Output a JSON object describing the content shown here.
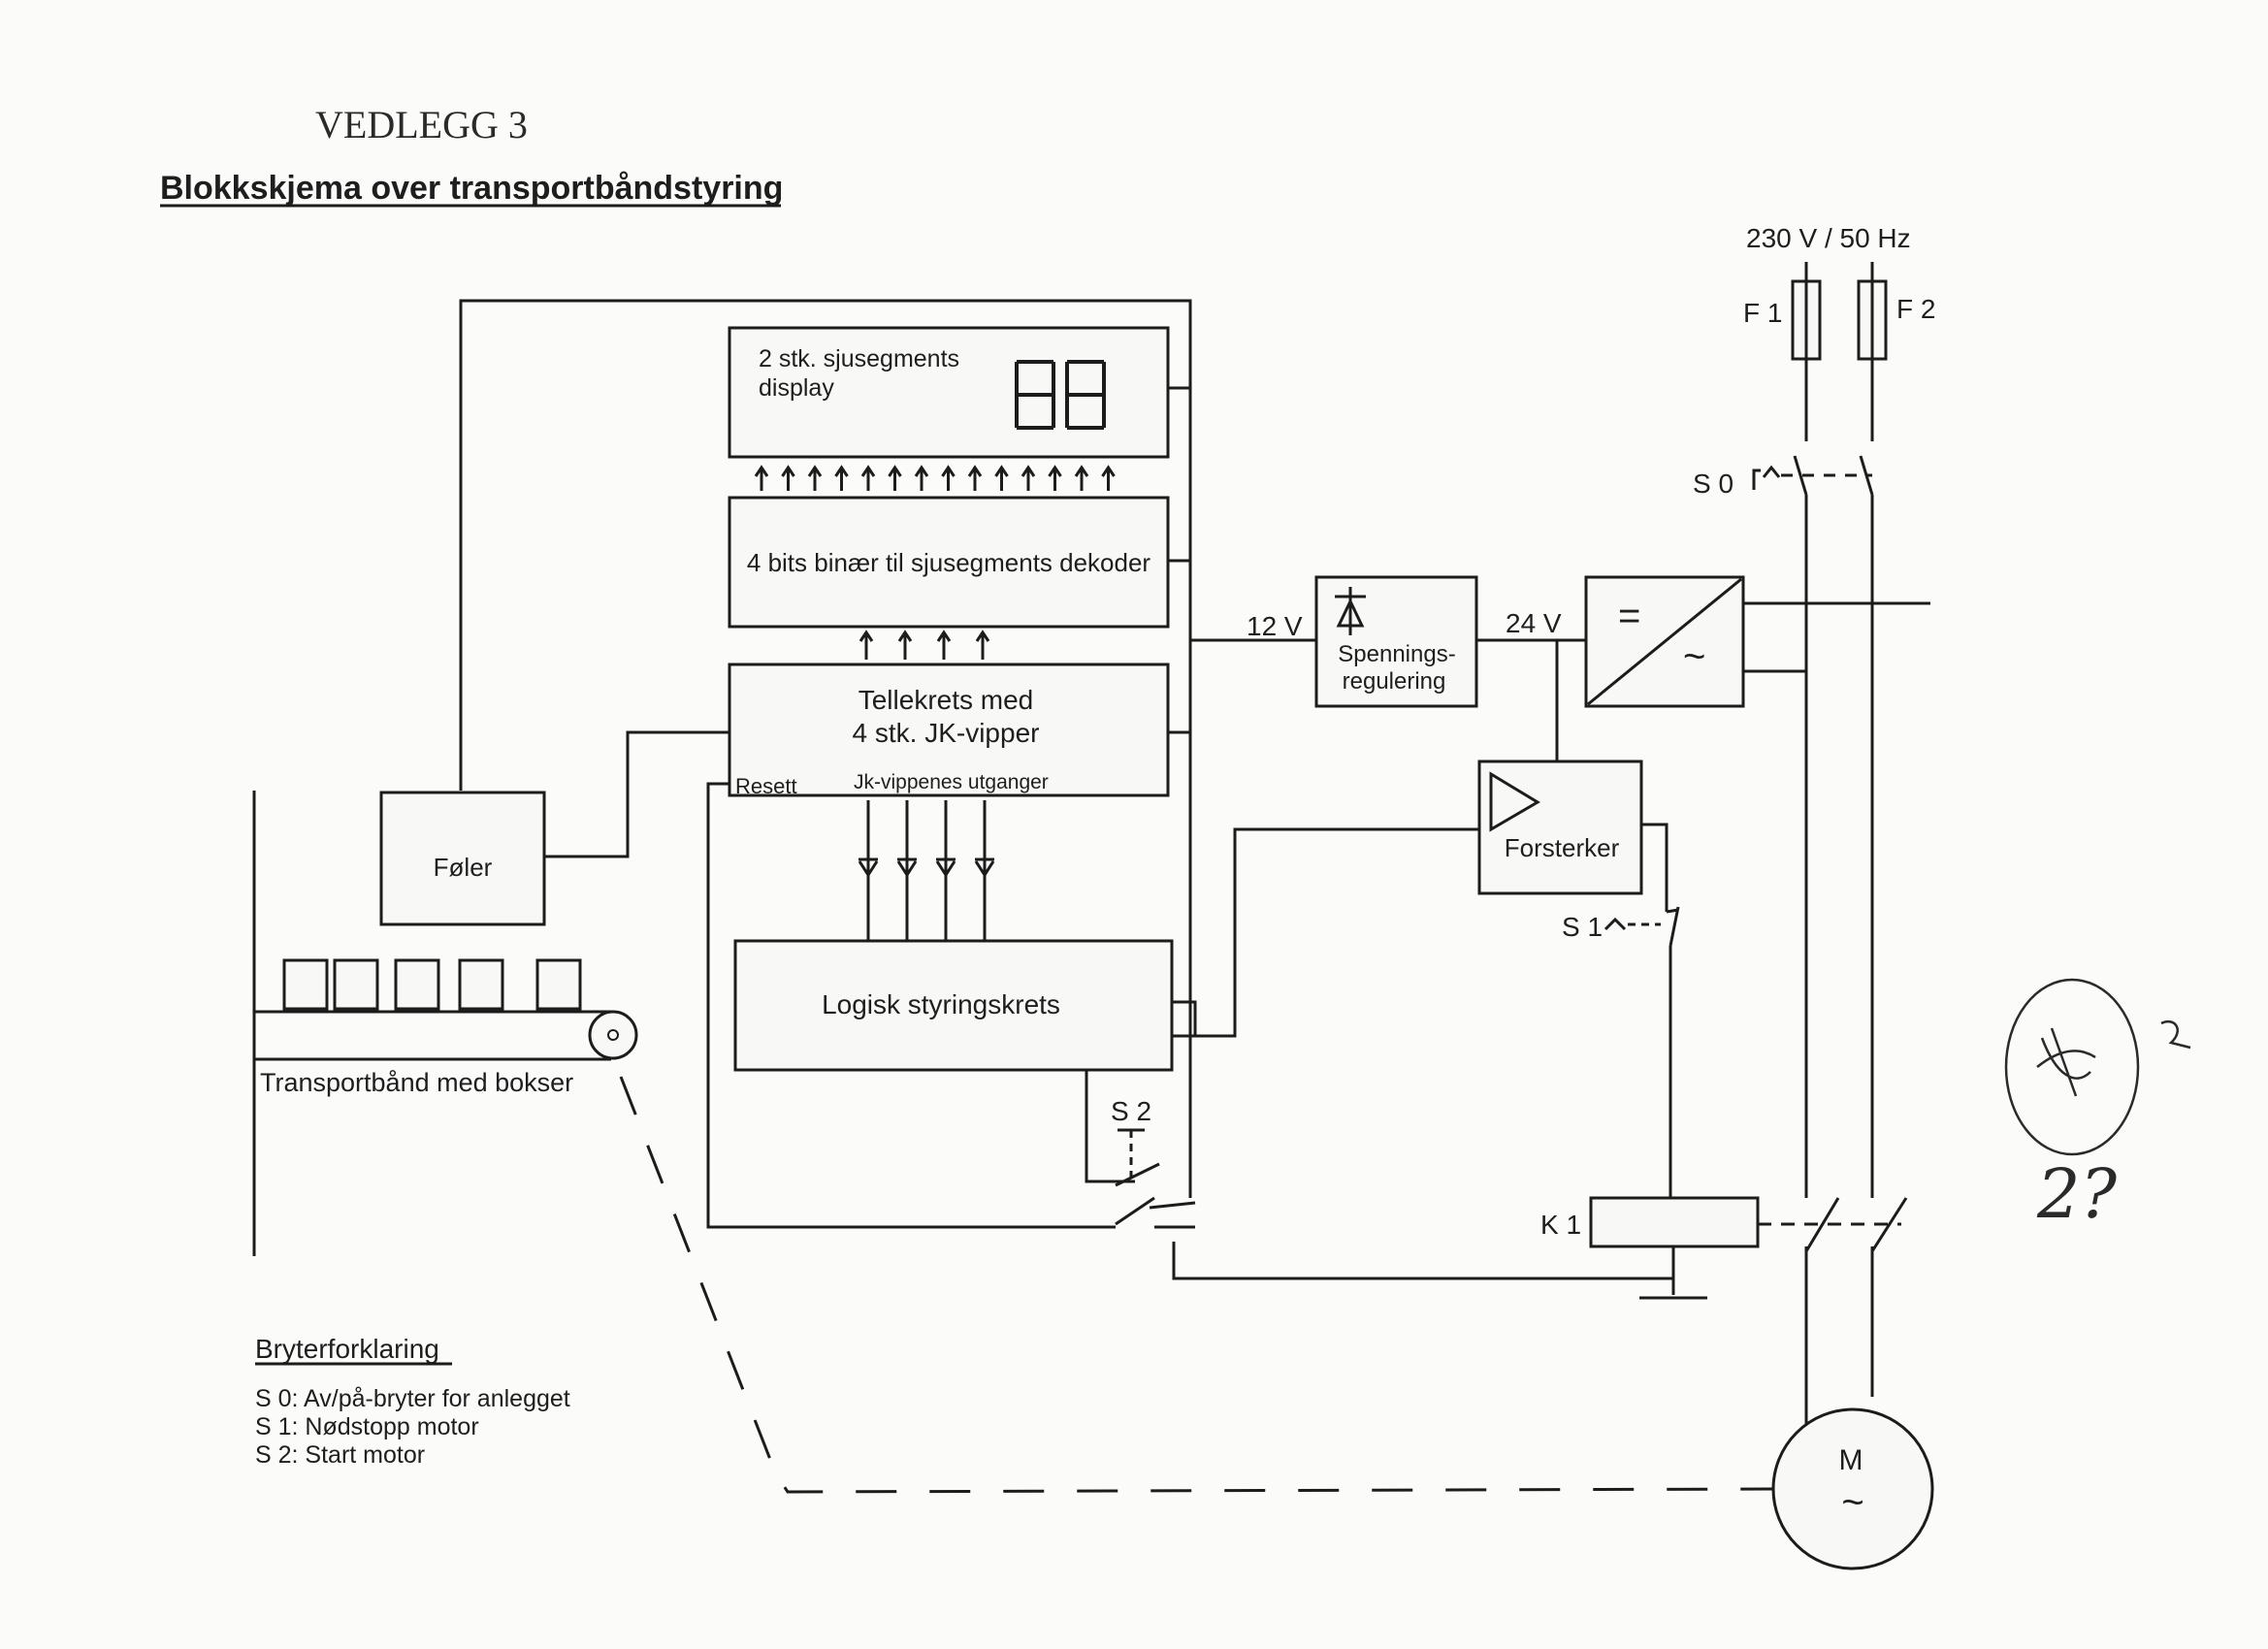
{
  "header": {
    "vedlegg": "VEDLEGG 3",
    "title": "Blokkskjema over transportbåndstyring"
  },
  "blocks": {
    "display_line1": "2 stk. sjusegments",
    "display_line2": "display",
    "display_digits": "88",
    "decoder": "4 bits binær til sjusegments dekoder",
    "counter_line1": "Tellekrets med",
    "counter_line2": "4 stk. JK-vipper",
    "resett": "Resett",
    "outputs": "Jk-vippenes utganger",
    "sensor": "Føler",
    "logic": "Logisk styringskrets",
    "regulator_line1": "Spennings-",
    "regulator_line2": "regulering",
    "rectifier_eq": "=",
    "rectifier_ac": "~",
    "amplifier": "Forsterker",
    "motor_m": "M",
    "motor_ac": "~",
    "conveyor": "Transportbånd med bokser"
  },
  "labels": {
    "supply": "230 V / 50 Hz",
    "f1": "F 1",
    "f2": "F 2",
    "s0": "S 0",
    "s1": "S 1",
    "s2": "S 2",
    "k1": "K 1",
    "v12": "12 V",
    "v24": "24 V"
  },
  "legend": {
    "title": "Bryterforklaring",
    "items": [
      "S 0: Av/på-bryter for anlegget",
      "S 1: Nødstopp motor",
      "S 2: Start motor"
    ]
  },
  "annotations": {
    "note": "2?"
  }
}
